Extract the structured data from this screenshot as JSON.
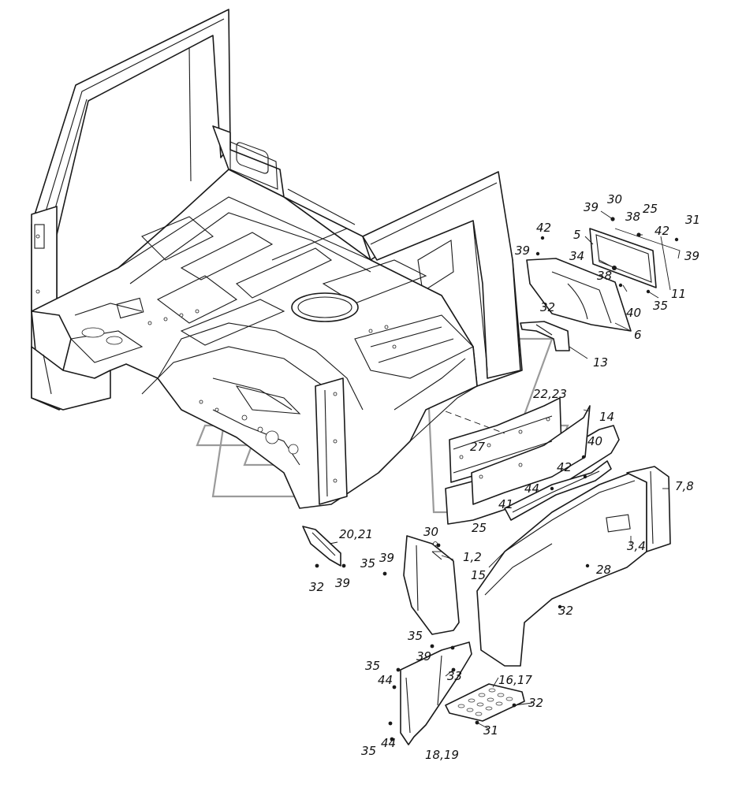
{
  "callouts": [
    {
      "id": "c-39a",
      "text": "39"
    },
    {
      "id": "c-30a",
      "text": "30"
    },
    {
      "id": "c-38a",
      "text": "38"
    },
    {
      "id": "c-25a",
      "text": "25"
    },
    {
      "id": "c-31a",
      "text": "31"
    },
    {
      "id": "c-5",
      "text": "5"
    },
    {
      "id": "c-42a",
      "text": "42"
    },
    {
      "id": "c-42b",
      "text": "42"
    },
    {
      "id": "c-39b",
      "text": "39"
    },
    {
      "id": "c-34",
      "text": "34"
    },
    {
      "id": "c-39c",
      "text": "39"
    },
    {
      "id": "c-38b",
      "text": "38"
    },
    {
      "id": "c-11",
      "text": "11"
    },
    {
      "id": "c-32a",
      "text": "32"
    },
    {
      "id": "c-40a",
      "text": "40"
    },
    {
      "id": "c-35a",
      "text": "35"
    },
    {
      "id": "c-6",
      "text": "6"
    },
    {
      "id": "c-13",
      "text": "13"
    },
    {
      "id": "c-2223",
      "text": "22,23"
    },
    {
      "id": "c-14",
      "text": "14"
    },
    {
      "id": "c-40b",
      "text": "40"
    },
    {
      "id": "c-27",
      "text": "27"
    },
    {
      "id": "c-42c",
      "text": "42"
    },
    {
      "id": "c-44a",
      "text": "44"
    },
    {
      "id": "c-78",
      "text": "7,8"
    },
    {
      "id": "c-41",
      "text": "41"
    },
    {
      "id": "c-25b",
      "text": "25"
    },
    {
      "id": "c-34b",
      "text": "3,4"
    },
    {
      "id": "c-2021",
      "text": "20,21"
    },
    {
      "id": "c-30b",
      "text": "30"
    },
    {
      "id": "c-12",
      "text": "1,2"
    },
    {
      "id": "c-35b",
      "text": "35"
    },
    {
      "id": "c-39d",
      "text": "39"
    },
    {
      "id": "c-28",
      "text": "28"
    },
    {
      "id": "c-15",
      "text": "15"
    },
    {
      "id": "c-32b",
      "text": "32"
    },
    {
      "id": "c-39e",
      "text": "39"
    },
    {
      "id": "c-32c",
      "text": "32"
    },
    {
      "id": "c-35c",
      "text": "35"
    },
    {
      "id": "c-35d",
      "text": "35"
    },
    {
      "id": "c-39f",
      "text": "39"
    },
    {
      "id": "c-44b",
      "text": "44"
    },
    {
      "id": "c-33",
      "text": "33"
    },
    {
      "id": "c-1617",
      "text": "16,17"
    },
    {
      "id": "c-32d",
      "text": "32"
    },
    {
      "id": "c-31b",
      "text": "31"
    },
    {
      "id": "c-35e",
      "text": "35"
    },
    {
      "id": "c-44c",
      "text": "44"
    },
    {
      "id": "c-1819",
      "text": "18,19"
    }
  ]
}
